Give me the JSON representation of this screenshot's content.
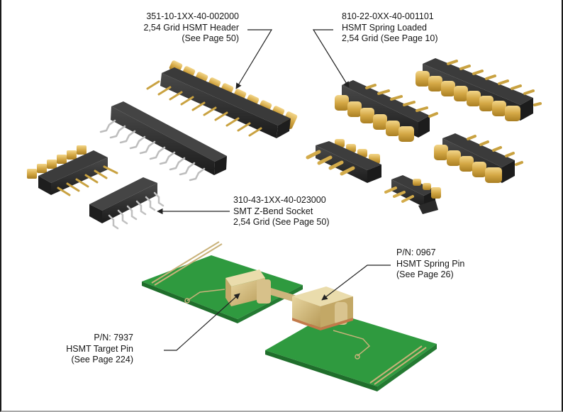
{
  "callouts": {
    "header": {
      "part_number": "351-10-1XX-40-002000",
      "description": "2,54 Grid HSMT Header",
      "reference": "(See Page 50)"
    },
    "spring_loaded": {
      "part_number": "810-22-0XX-40-001101",
      "description": "HSMT Spring Loaded",
      "reference": "2,54 Grid (See Page 10)"
    },
    "zbend_socket": {
      "part_number": "310-43-1XX-40-023000",
      "description": "SMT Z-Bend Socket",
      "reference": "2,54 Grid (See Page 50)"
    },
    "spring_pin": {
      "part_number": "P/N: 0967",
      "description": "HSMT Spring Pin",
      "reference": "(See Page 26)"
    },
    "target_pin": {
      "part_number": "P/N: 7937",
      "description": "HSMT Target Pin",
      "reference": "(See Page 224)"
    }
  },
  "colors": {
    "pcb_green": "#2f9a3f",
    "pcb_trace": "#c9b27a",
    "gold": "#d6ad4e",
    "black_plastic": "#2a2a2a",
    "silver": "#c8c8c8",
    "leader_line": "#222222"
  }
}
